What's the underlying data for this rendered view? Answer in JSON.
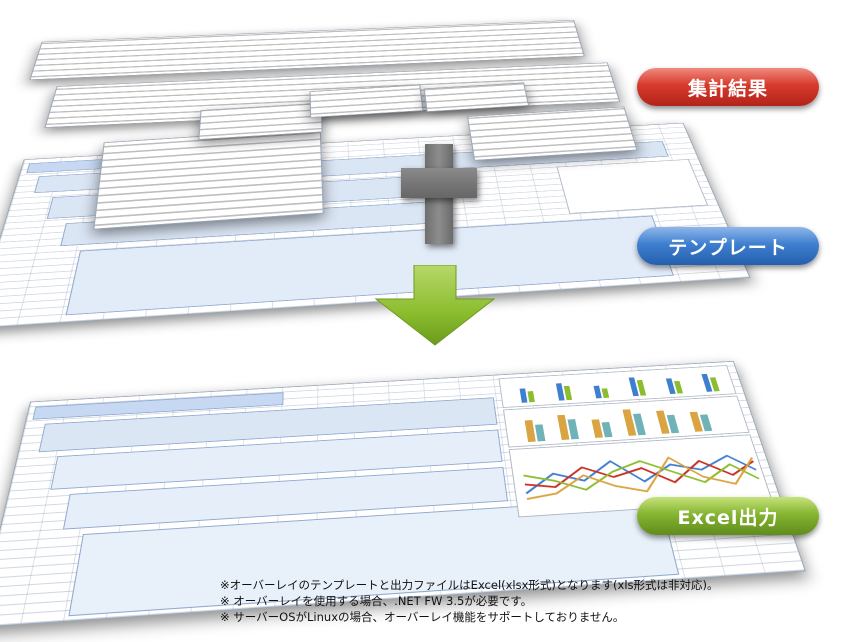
{
  "labels": {
    "aggregate": "集計結果",
    "template": "テンプレート",
    "output": "Excel出力"
  },
  "colors": {
    "aggregate": "#c92f22",
    "template": "#3a78c9",
    "output": "#7aab2a",
    "arrow": "#8bbd2e",
    "plus": "#7a7a7a"
  },
  "icons": {
    "plus": "plus-icon",
    "arrow": "arrow-down-icon"
  },
  "notes": [
    "※オーバーレイのテンプレートと出力ファイルはExcel(xlsx形式)となります(xls形式は非対応)。",
    "※ オーバーレイを使用する場合、.NET FW 3.5が必要です。",
    "※ サーバーOSがLinuxの場合、オーバーレイ機能をサポートしておりません。"
  ]
}
